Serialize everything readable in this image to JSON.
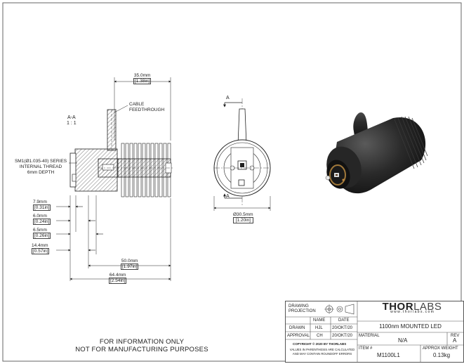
{
  "view_labels": {
    "section": "A-A",
    "scale": "1 : 1",
    "arrow_label": "A"
  },
  "callouts": {
    "cable": [
      "CABLE",
      "FEEDTHROUGH"
    ],
    "thread": [
      "SM1(Ø1.035-40) SERIES",
      "INTERNAL THREAD",
      "6mm DEPTH"
    ]
  },
  "dimensions": {
    "top_width": [
      "35.0mm",
      "[1.38in]"
    ],
    "dia": [
      "Ø30.5mm",
      "[1.20in]"
    ],
    "d79": [
      "7.9mm",
      "[0.31in]"
    ],
    "d60": [
      "6.0mm",
      "[0.24in]"
    ],
    "d65": [
      "6.5mm",
      "[0.26in]"
    ],
    "d144": [
      "14.4mm",
      "[0.57in]"
    ],
    "d500": [
      "50.0mm",
      "[1.97in]"
    ],
    "d644": [
      "64.4mm",
      "[2.54in]"
    ]
  },
  "notice": [
    "FOR INFORMATION ONLY",
    "NOT FOR MANUFACTURING PURPOSES"
  ],
  "title_block": {
    "drawing_projection": [
      "DRAWING",
      "PROJECTION"
    ],
    "name_header": "NAME",
    "date_header": "DATE",
    "drawn_label": "DRAWN",
    "drawn_name": "HJL",
    "drawn_date": "20/OKT/20",
    "approval_label": "APPROVAL",
    "approval_name": "CH",
    "approval_date": "20/OKT/20",
    "copyright": "COPYRIGHT © 2020 BY THORLABS",
    "disclaimer": [
      "VALUES IN PARENTHESIS ARE CALCULATED",
      "AND MAY CONTAIN ROUNDOFF ERRORS"
    ],
    "brand_main": "THOR",
    "brand_light": "LABS",
    "website": "w w w . t h o r l a b s . c o m",
    "title": "1100nm MOUNTED LED",
    "material_label": "MATERIAL",
    "material": "N/A",
    "rev_label": "REV",
    "rev": "A",
    "item_label": "ITEM #",
    "item": "M1100L1",
    "weight_label": "APPROX WEIGHT",
    "weight": "0.13kg"
  },
  "colors": {
    "line": "#222222",
    "hatch": "#555555",
    "body_dark": "#1f1f1f"
  }
}
